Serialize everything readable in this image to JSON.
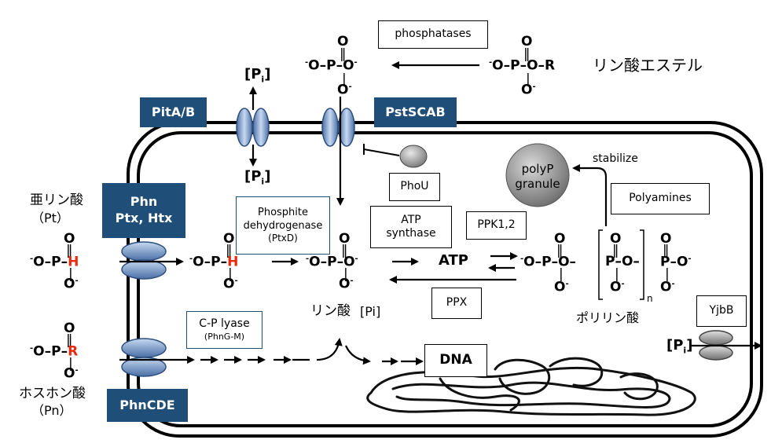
{
  "transporters": {
    "pit": "PitA/B",
    "pst": "PstSCAB",
    "phn_line1": "Phn",
    "phn_line2": "Ptx, Htx",
    "phncde": "PhnCDE",
    "yjbb": "YjbB"
  },
  "enzymes": {
    "phosphatases": "phosphatases",
    "phou": "PhoU",
    "atp_synthase_line1": "ATP",
    "atp_synthase_line2": "synthase",
    "ppk": "PPK1,2",
    "ppx": "PPX",
    "polyamines": "Polyamines",
    "ptxd_line1": "Phosphite",
    "ptxd_line2": "dehydrogenase",
    "ptxd_line3": "(PtxD)",
    "cp_lyase_line1": "C-P lyase",
    "cp_lyase_line2": "(PhnG-M)"
  },
  "labels": {
    "phosphate_ester": "リン酸エステル",
    "phosphite": "亜リン酸",
    "phosphite_abbr": "（Pt）",
    "phosphonate": "ホスホン酸",
    "phosphonate_abbr": "（Pn）",
    "phosphate": "リン酸",
    "pi_bracket": "[Pi]",
    "polyphosphate": "ポリリン酸",
    "atp": "ATP",
    "dna": "DNA",
    "granule_line1": "polyP",
    "granule_line2": "granule",
    "stabilize": "stabilize",
    "pi_top": "[P",
    "pi_sub": "i",
    "pi_close": "]",
    "subscript_n": "n"
  },
  "colors": {
    "transporter_fill": "#1f4e79",
    "channel_fill": "#8fb4e3",
    "substituent_red": "#e8290b"
  }
}
